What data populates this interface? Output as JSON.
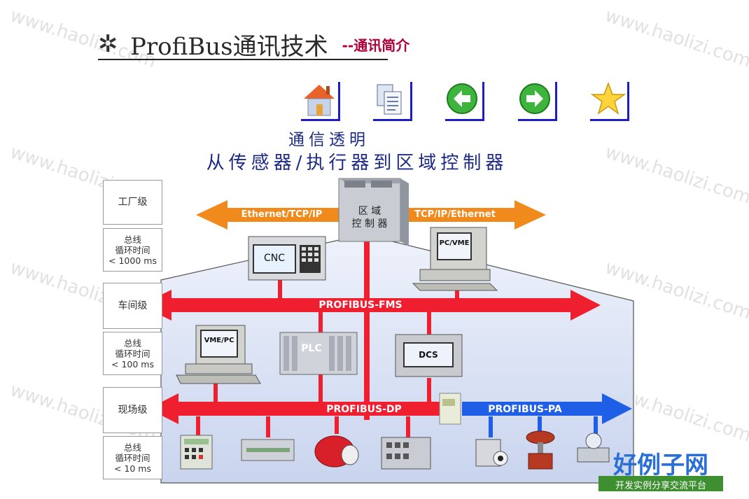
{
  "title": {
    "bullet": "✲",
    "main": "ProfiBus通讯技术",
    "sub": "--通讯简介"
  },
  "nav": {
    "home": "home-icon",
    "pages": "pages-icon",
    "back": "back-arrow-icon",
    "forward": "forward-arrow-icon",
    "favorite": "star-icon"
  },
  "header": {
    "line1": "通信透明",
    "line2": "从传感器/执行器到区域控制器"
  },
  "levels": {
    "factory": "工厂级",
    "factory_cycle": [
      "总线",
      "循环时间",
      "< 1000 ms"
    ],
    "workshop": "车间级",
    "workshop_cycle": [
      "总线",
      "循环时间",
      "< 100 ms"
    ],
    "field": "现场级",
    "field_cycle": [
      "总线",
      "循环时间",
      "< 10 ms"
    ]
  },
  "controller": [
    "区 域",
    "控 制 器"
  ],
  "buses": {
    "eth_left": "Ethernet/TCP/IP",
    "eth_right": "TCP/IP/Ethernet",
    "fms": "PROFIBUS-FMS",
    "dp": "PROFIBUS-DP",
    "pa": "PROFIBUS-PA"
  },
  "devices": {
    "cnc": "CNC",
    "pc_vme": "PC/VME",
    "vme_pc": "VME/PC",
    "plc": "PLC",
    "dcs": "DCS"
  },
  "colors": {
    "ethernet": "#f08a1c",
    "fms": "#ef1f30",
    "dp": "#ef1f30",
    "pa": "#1f5fe8",
    "nav_border": "#1c1cc8",
    "header_text": "#1c2a86"
  },
  "watermark": "www.haolizi.com",
  "logo": {
    "main": "好例子网",
    "tagline": "开发实例分享交流平台"
  }
}
